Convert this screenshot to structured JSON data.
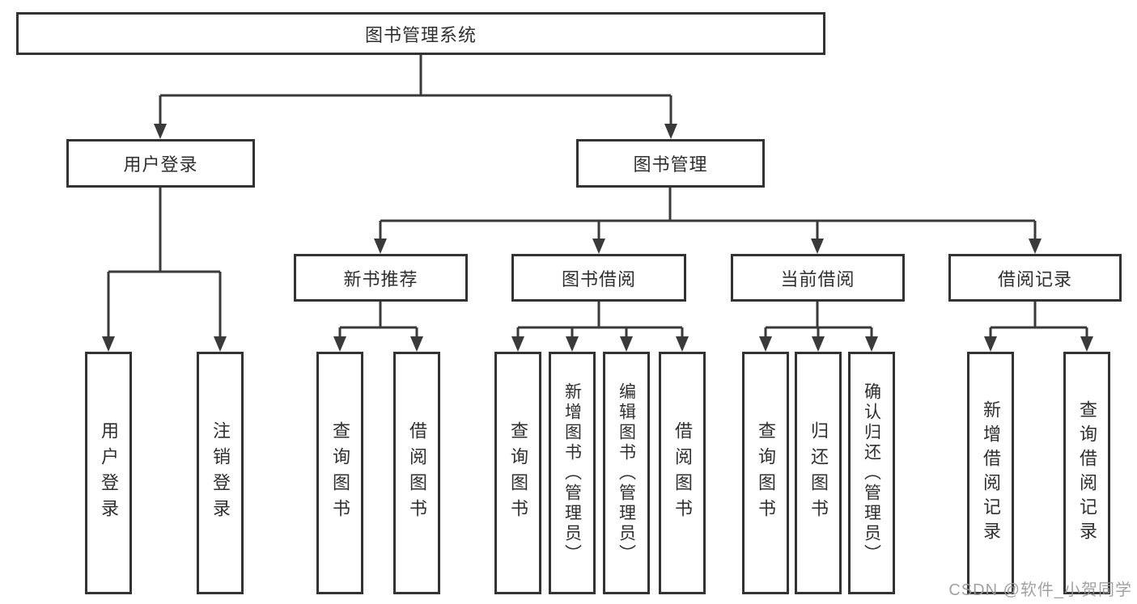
{
  "tree": {
    "root": "图书管理系统",
    "branches": [
      {
        "label": "用户登录",
        "children": [
          "用户登录",
          "注销登录"
        ]
      },
      {
        "label": "图书管理",
        "groups": [
          {
            "label": "新书推荐",
            "children": [
              "查询图书",
              "借阅图书"
            ]
          },
          {
            "label": "图书借阅",
            "children": [
              "查询图书",
              "新增图书（管理员）",
              "编辑图书（管理员）",
              "借阅图书"
            ]
          },
          {
            "label": "当前借阅",
            "children": [
              "查询图书",
              "归还图书",
              "确认归还（管理员）"
            ]
          },
          {
            "label": "借阅记录",
            "children": [
              "新增借阅记录",
              "查询借阅记录"
            ]
          }
        ]
      }
    ]
  },
  "watermark": {
    "text": "CSDN @软件_小贺同学"
  },
  "colors": {
    "line": "#3a3a3a",
    "border": "#333333",
    "text": "#2f2f2f",
    "background": "#ffffff",
    "watermark": "#9a9a9a"
  }
}
